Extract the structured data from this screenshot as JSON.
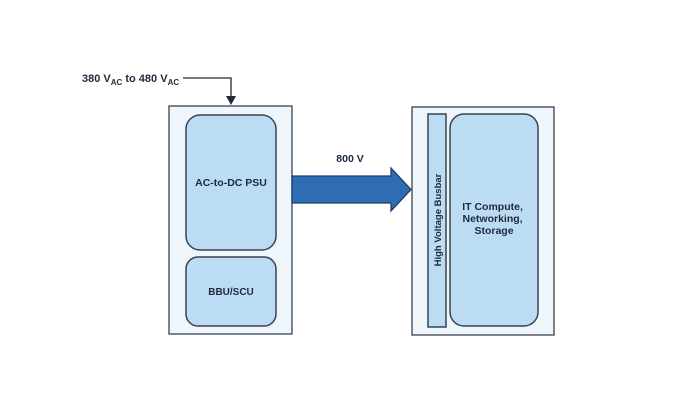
{
  "input_label": {
    "prefix": "380 V",
    "sub1": "AC",
    "middle": " to 480 V",
    "sub2": "AC"
  },
  "left_rack": {
    "psu_label": "AC-to-DC PSU",
    "bbu_label": "BBU/SCU"
  },
  "link": {
    "voltage_label": "800 V"
  },
  "right_rack": {
    "busbar_label": "High Voltage Busbar",
    "it_lines": [
      "IT Compute,",
      "Networking,",
      "Storage"
    ]
  },
  "colors": {
    "rack_fill": "#eef6fc",
    "module_fill": "#bcdcf4",
    "outline": "#3a4150",
    "arrow_fill": "#2f6db3",
    "arrow_stroke": "#1f3f6a",
    "text": "#1f2a3a"
  }
}
